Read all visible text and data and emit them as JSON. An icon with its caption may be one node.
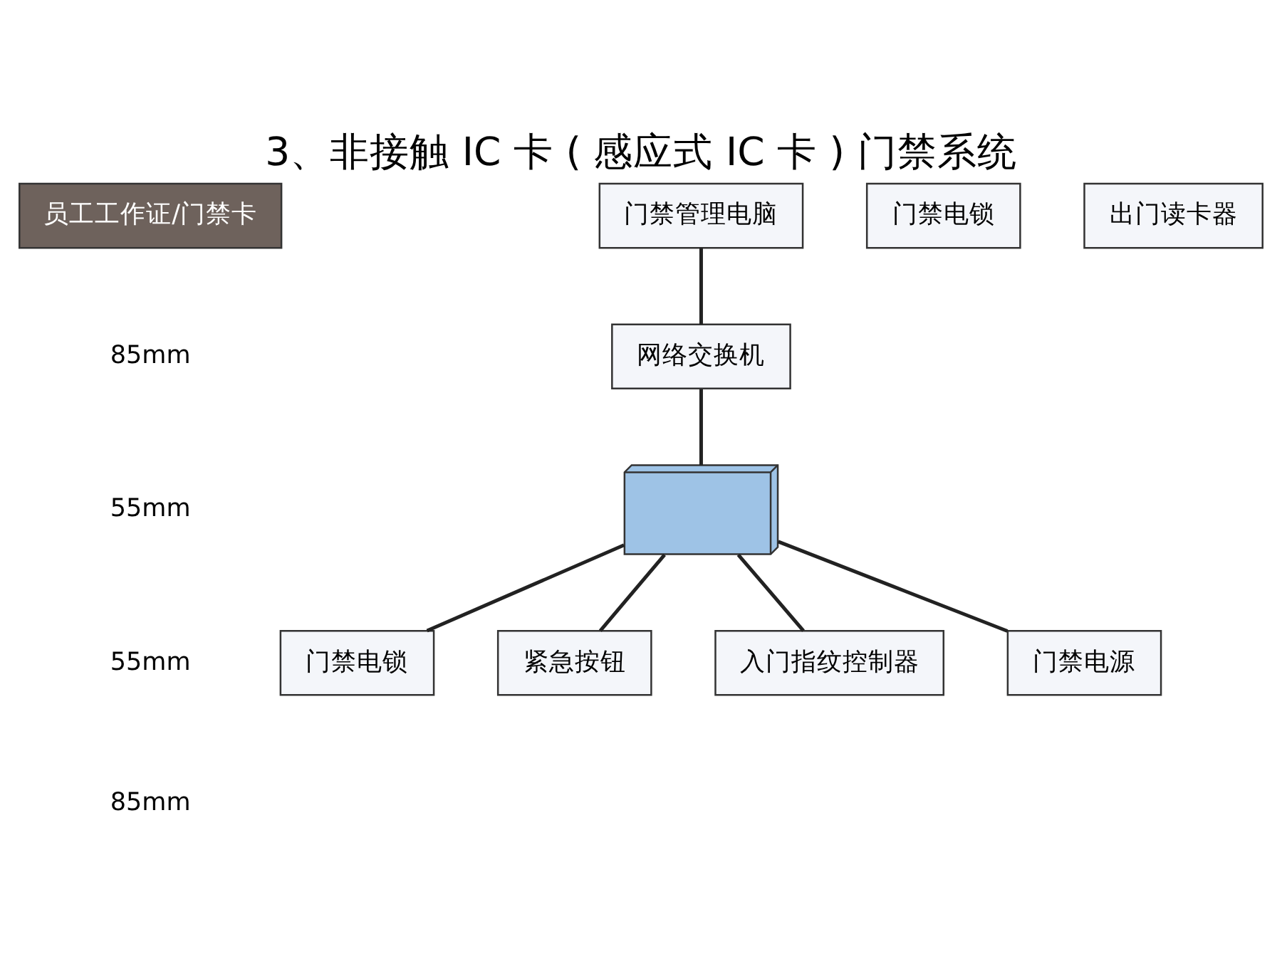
{
  "diagram": {
    "title": "3、非接触 IC 卡 ( 感应式 IC 卡 ) 门禁系统",
    "nodes": [
      {
        "text": [
          "员工工作证/门禁卡"
        ]
      },
      {
        "text": [
          "门禁管理电脑"
        ]
      },
      {
        "text": [
          "网络交换机"
        ]
      },
      {
        "text": [],
        "shape": "picture"
      },
      {
        "text": [
          "门禁电锁"
        ]
      },
      {
        "text": [
          "门禁电锁"
        ]
      },
      {
        "text": [
          "紧急按钮"
        ]
      },
      {
        "text": [
          "出门读卡器"
        ]
      },
      {
        "text": [
          "入门指纹控制器"
        ]
      },
      {
        "text": [
          "门禁电源"
        ]
      }
    ],
    "edges": [
      {
        "from": 1,
        "to": 2,
        "arrow": "none"
      },
      {
        "from": 2,
        "to": 3,
        "arrow": "none"
      },
      {
        "from": 3,
        "to": 6,
        "arrow": "none"
      },
      {
        "from": 3,
        "to": 5,
        "arrow": "none"
      },
      {
        "from": 3,
        "to": 8,
        "arrow": "none"
      },
      {
        "from": 3,
        "to": 9,
        "arrow": "none"
      }
    ],
    "labels": [
      "85mm",
      "55mm",
      "55mm",
      "85mm"
    ]
  }
}
